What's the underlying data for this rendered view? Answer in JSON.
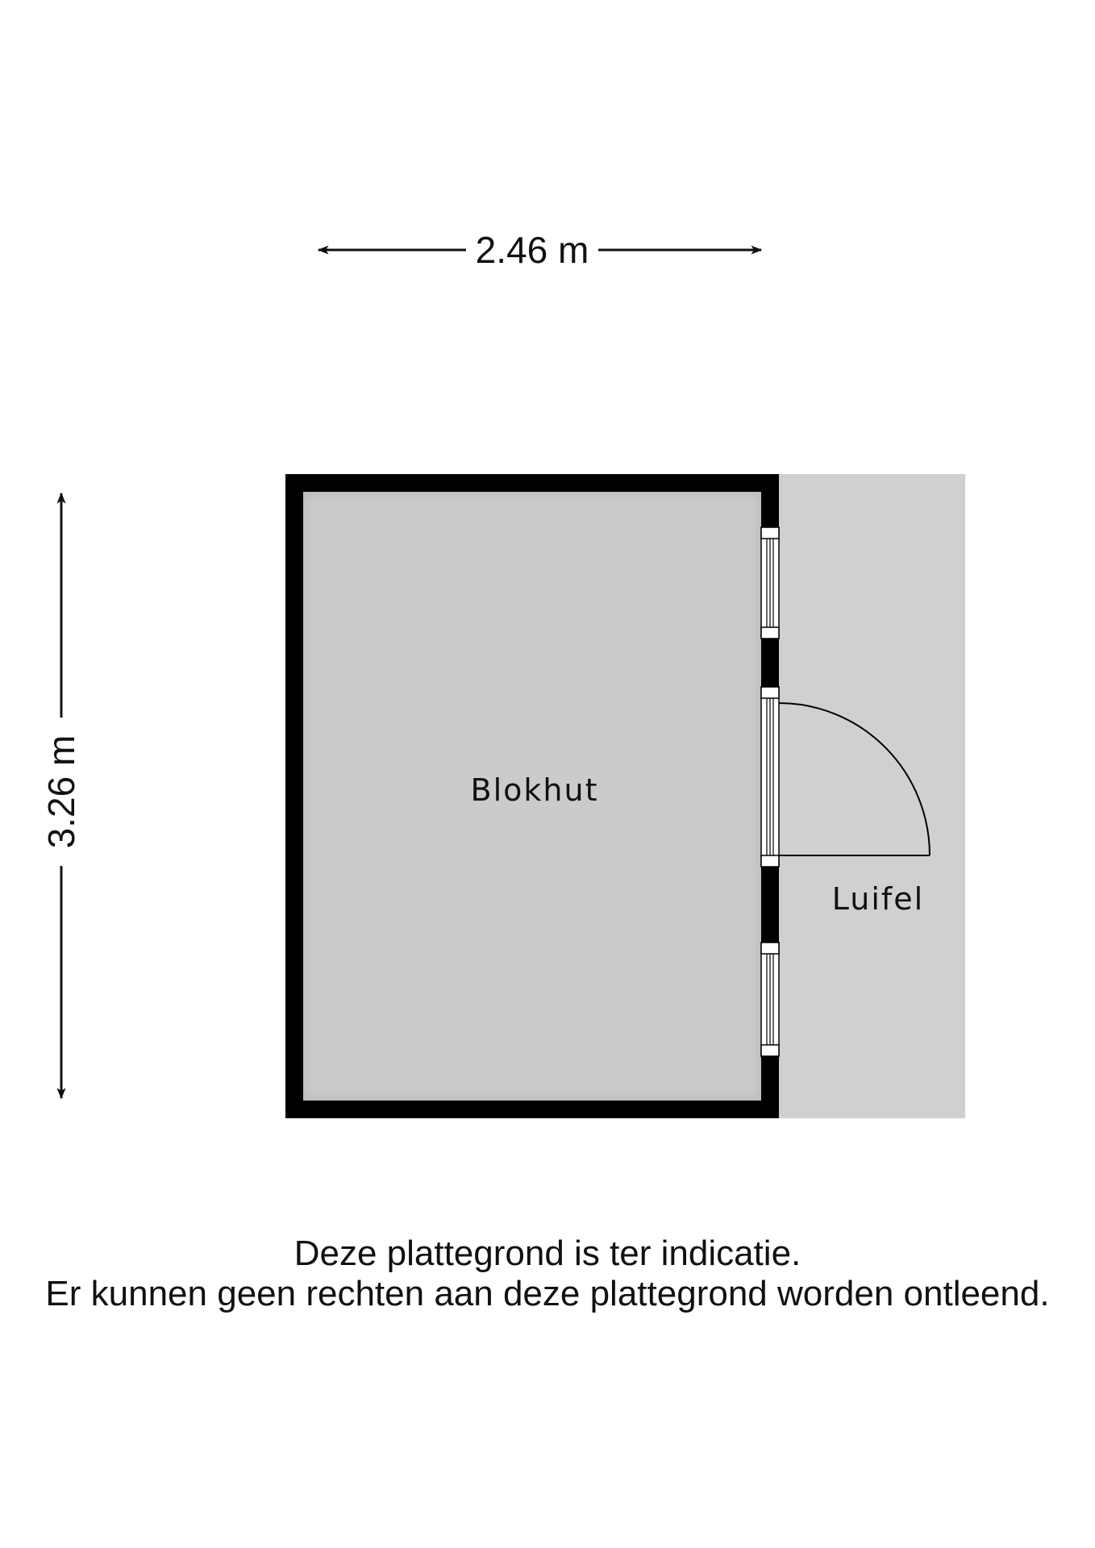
{
  "dimensions": {
    "width_label": "2.46 m",
    "height_label": "3.26 m"
  },
  "rooms": {
    "main": "Blokhut",
    "canopy": "Luifel"
  },
  "disclaimer": {
    "line1": "Deze plattegrond is ter indicatie.",
    "line2": "Er kunnen geen rechten aan deze plattegrond worden ontleend."
  },
  "colors": {
    "wall": "#000000",
    "floor": "#cccccc",
    "canopy": "#d0d0d0",
    "background": "#ffffff"
  }
}
